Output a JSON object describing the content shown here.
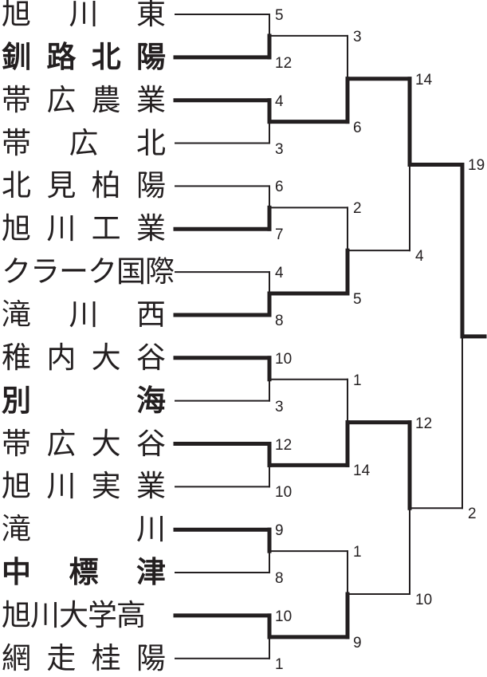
{
  "teams": [
    {
      "name": "旭川東",
      "winner": false
    },
    {
      "name": "釧路北陽",
      "winner": true
    },
    {
      "name": "帯広農業",
      "winner": true
    },
    {
      "name": "帯広北",
      "winner": false
    },
    {
      "name": "北見柏陽",
      "winner": false
    },
    {
      "name": "旭川工業",
      "winner": true
    },
    {
      "name": "クラーク国際",
      "winner": false
    },
    {
      "name": "滝川西",
      "winner": true
    },
    {
      "name": "稚内大谷",
      "winner": true
    },
    {
      "name": "別海",
      "winner": true
    },
    {
      "name": "帯広大谷",
      "winner": true
    },
    {
      "name": "旭川実業",
      "winner": false
    },
    {
      "name": "滝川",
      "winner": true
    },
    {
      "name": "中標津",
      "winner": true
    },
    {
      "name": "旭川大学高",
      "winner": true
    },
    {
      "name": "網走桂陽",
      "winner": false
    }
  ],
  "rounds": [
    [
      {
        "top": "5",
        "bottom": "12",
        "winner": "bottom"
      },
      {
        "top": "4",
        "bottom": "3",
        "winner": "top"
      },
      {
        "top": "6",
        "bottom": "7",
        "winner": "bottom"
      },
      {
        "top": "4",
        "bottom": "8",
        "winner": "bottom"
      },
      {
        "top": "10",
        "bottom": "3",
        "winner": "top"
      },
      {
        "top": "12",
        "bottom": "10",
        "winner": "top"
      },
      {
        "top": "9",
        "bottom": "8",
        "winner": "top"
      },
      {
        "top": "10",
        "bottom": "1",
        "winner": "top"
      }
    ],
    [
      {
        "top": "3",
        "bottom": "6",
        "winner": "bottom"
      },
      {
        "top": "2",
        "bottom": "5",
        "winner": "bottom"
      },
      {
        "top": "1",
        "bottom": "14",
        "winner": "bottom"
      },
      {
        "top": "1",
        "bottom": "9",
        "winner": "bottom"
      }
    ],
    [
      {
        "top": "14",
        "bottom": "4",
        "winner": "top"
      },
      {
        "top": "12",
        "bottom": "10",
        "winner": "top"
      }
    ],
    [
      {
        "top": "19",
        "bottom": "2",
        "winner": "top"
      }
    ]
  ]
}
